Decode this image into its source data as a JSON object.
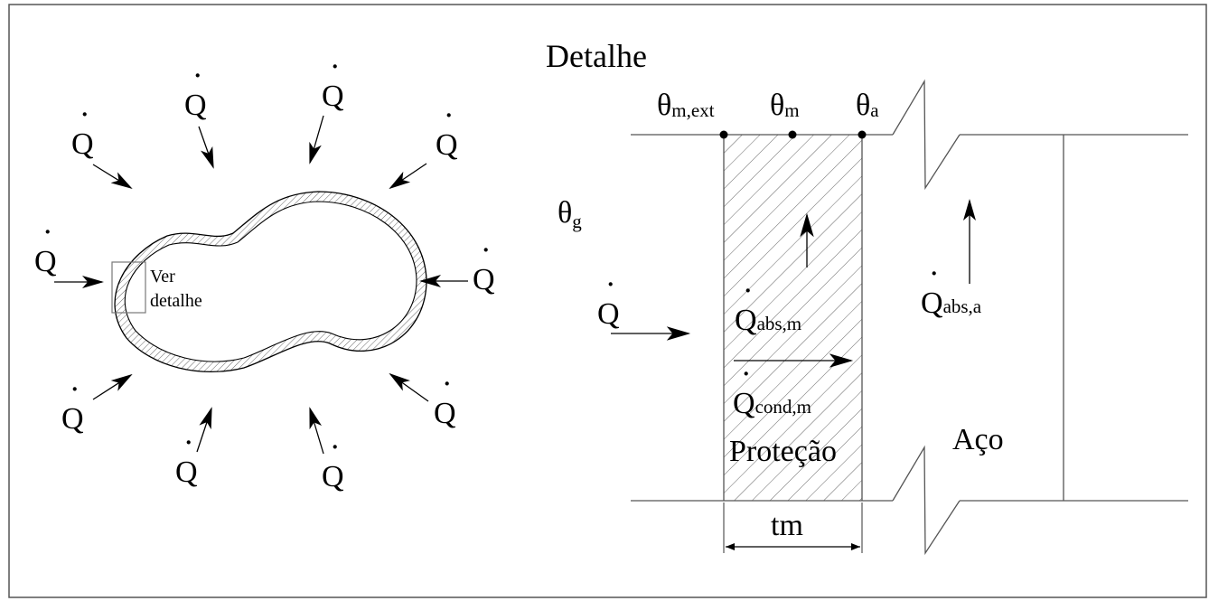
{
  "left_figure": {
    "heat_flux_label": "Q",
    "see_detail_line1": "Ver",
    "see_detail_line2": "detalhe"
  },
  "detail": {
    "title": "Detalhe",
    "theta_gas": "θ",
    "theta_gas_sub": "g",
    "theta_m_ext": "θ",
    "theta_m_ext_sub": "m,ext",
    "theta_m": "θ",
    "theta_m_sub": "m",
    "theta_a": "θ",
    "theta_a_sub": "a",
    "q_incident": "Q",
    "q_abs_m": "Q",
    "q_abs_m_sub": "abs,m",
    "q_cond_m": "Q",
    "q_cond_m_sub": "cond,m",
    "q_abs_a": "Q",
    "q_abs_a_sub": "abs,a",
    "protection_label": "Proteção",
    "steel_label": "Aço",
    "thickness_label": "tm"
  },
  "colors": {
    "line": "#000000",
    "hatch": "#555555",
    "frame": "#555555"
  }
}
